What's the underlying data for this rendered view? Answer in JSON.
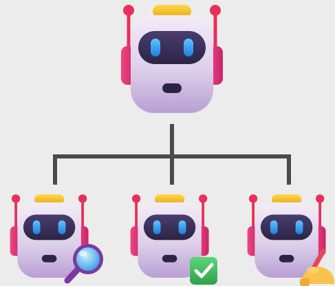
{
  "diagram": {
    "type": "hierarchy",
    "root": {
      "role": "robot",
      "icon": "robot-icon"
    },
    "children": [
      {
        "role": "robot",
        "icon": "robot-icon",
        "badge": "magnifying-glass-icon"
      },
      {
        "role": "robot",
        "icon": "robot-icon",
        "badge": "check-mark-icon"
      },
      {
        "role": "robot",
        "icon": "robot-icon",
        "badge": "writing-hand-icon"
      }
    ]
  },
  "colors": {
    "background": "#ececec",
    "connector": "#4a4a4a",
    "robot_body": "#ddd0ea",
    "robot_body_shadow": "#b99fd4",
    "visor": "#3a2f58",
    "eyes": "#2f9df0",
    "antenna": "#e8305a",
    "ears": "#ec3f86",
    "top_bar": "#f5c21a",
    "check_badge": "#3fbf5b",
    "magnifier_frame": "#7a3aa3",
    "magnifier_lens": "#58b6f0"
  }
}
